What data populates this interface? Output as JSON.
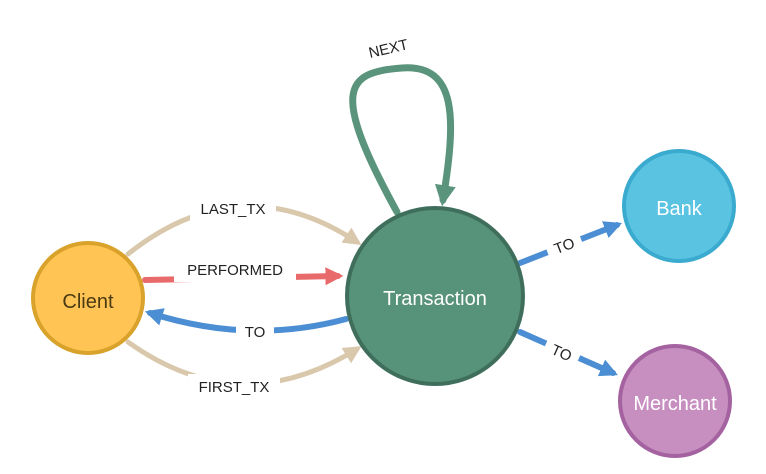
{
  "graph": {
    "nodes": {
      "client": {
        "label": "Client",
        "fill": "#ffc454",
        "stroke": "#d9a22a",
        "text_color": "#4a3a14"
      },
      "transaction": {
        "label": "Transaction",
        "fill": "#57927a",
        "stroke": "#3f6f5c",
        "text_color": "#ffffff"
      },
      "bank": {
        "label": "Bank",
        "fill": "#5bc3e2",
        "stroke": "#3aabcf",
        "text_color": "#ffffff"
      },
      "merchant": {
        "label": "Merchant",
        "fill": "#c68fc0",
        "stroke": "#a562a0",
        "text_color": "#ffffff"
      }
    },
    "edges": {
      "next": {
        "label": "NEXT",
        "color": "#5b947d"
      },
      "last_tx": {
        "label": "LAST_TX",
        "color": "#d9c8ac"
      },
      "performed": {
        "label": "PERFORMED",
        "color": "#e86a6a"
      },
      "to_client": {
        "label": "TO",
        "color": "#4c8ed3"
      },
      "first_tx": {
        "label": "FIRST_TX",
        "color": "#d9c8ac"
      },
      "to_bank": {
        "label": "TO",
        "color": "#4c8ed3"
      },
      "to_merchant": {
        "label": "TO",
        "color": "#4c8ed3"
      }
    }
  }
}
